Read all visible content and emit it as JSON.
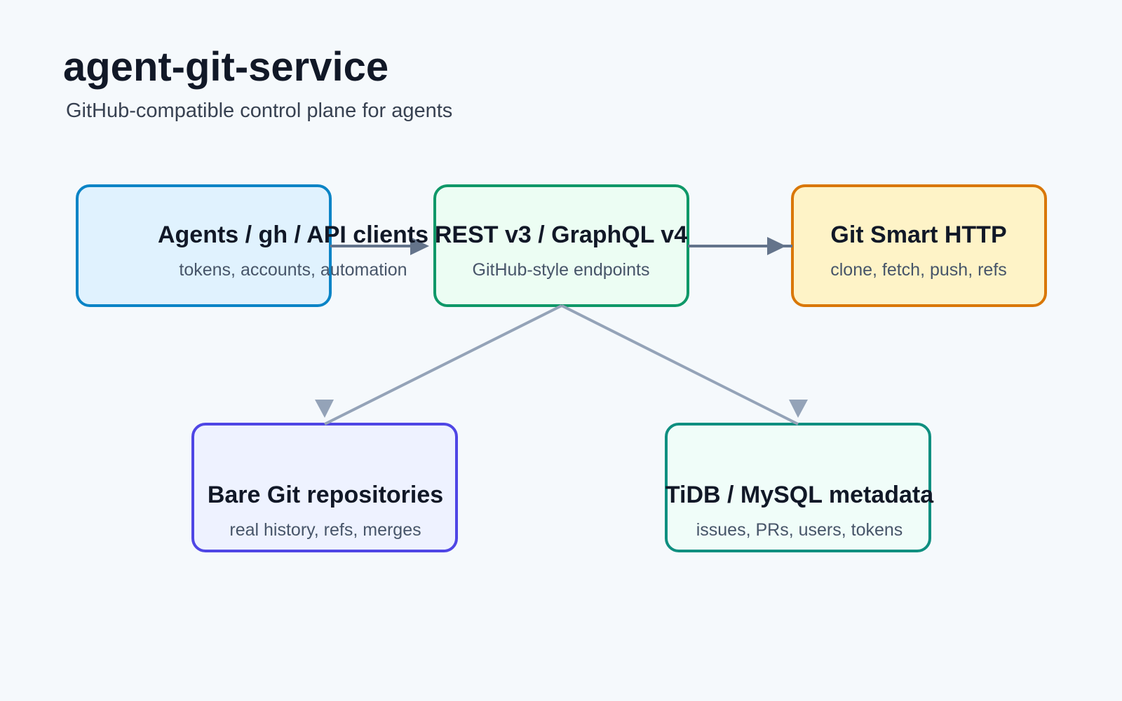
{
  "header": {
    "title": "agent-git-service",
    "subtitle": "GitHub-compatible control plane for agents"
  },
  "nodes": [
    {
      "id": "clients",
      "title": "Agents / gh / API clients",
      "subtitle": "tokens, accounts, automation",
      "fill": "#e0f2fe",
      "stroke": "#0a84c6"
    },
    {
      "id": "api",
      "title": "REST v3 / GraphQL v4",
      "subtitle": "GitHub-style endpoints",
      "fill": "#ecfdf3",
      "stroke": "#0f9868"
    },
    {
      "id": "git-http",
      "title": "Git Smart HTTP",
      "subtitle": "clone, fetch, push, refs",
      "fill": "#fef3c7",
      "stroke": "#d97706"
    },
    {
      "id": "repos",
      "title": "Bare Git repositories",
      "subtitle": "real history, refs, merges",
      "fill": "#eef2ff",
      "stroke": "#4f46e5"
    },
    {
      "id": "metadata",
      "title": "TiDB / MySQL metadata",
      "subtitle": "issues, PRs, users, tokens",
      "fill": "#f0fdf9",
      "stroke": "#0f8f80"
    }
  ],
  "colors": {
    "background": "#f5f9fc",
    "arrow_primary": "#64748b",
    "arrow_secondary": "#94a3b8"
  }
}
